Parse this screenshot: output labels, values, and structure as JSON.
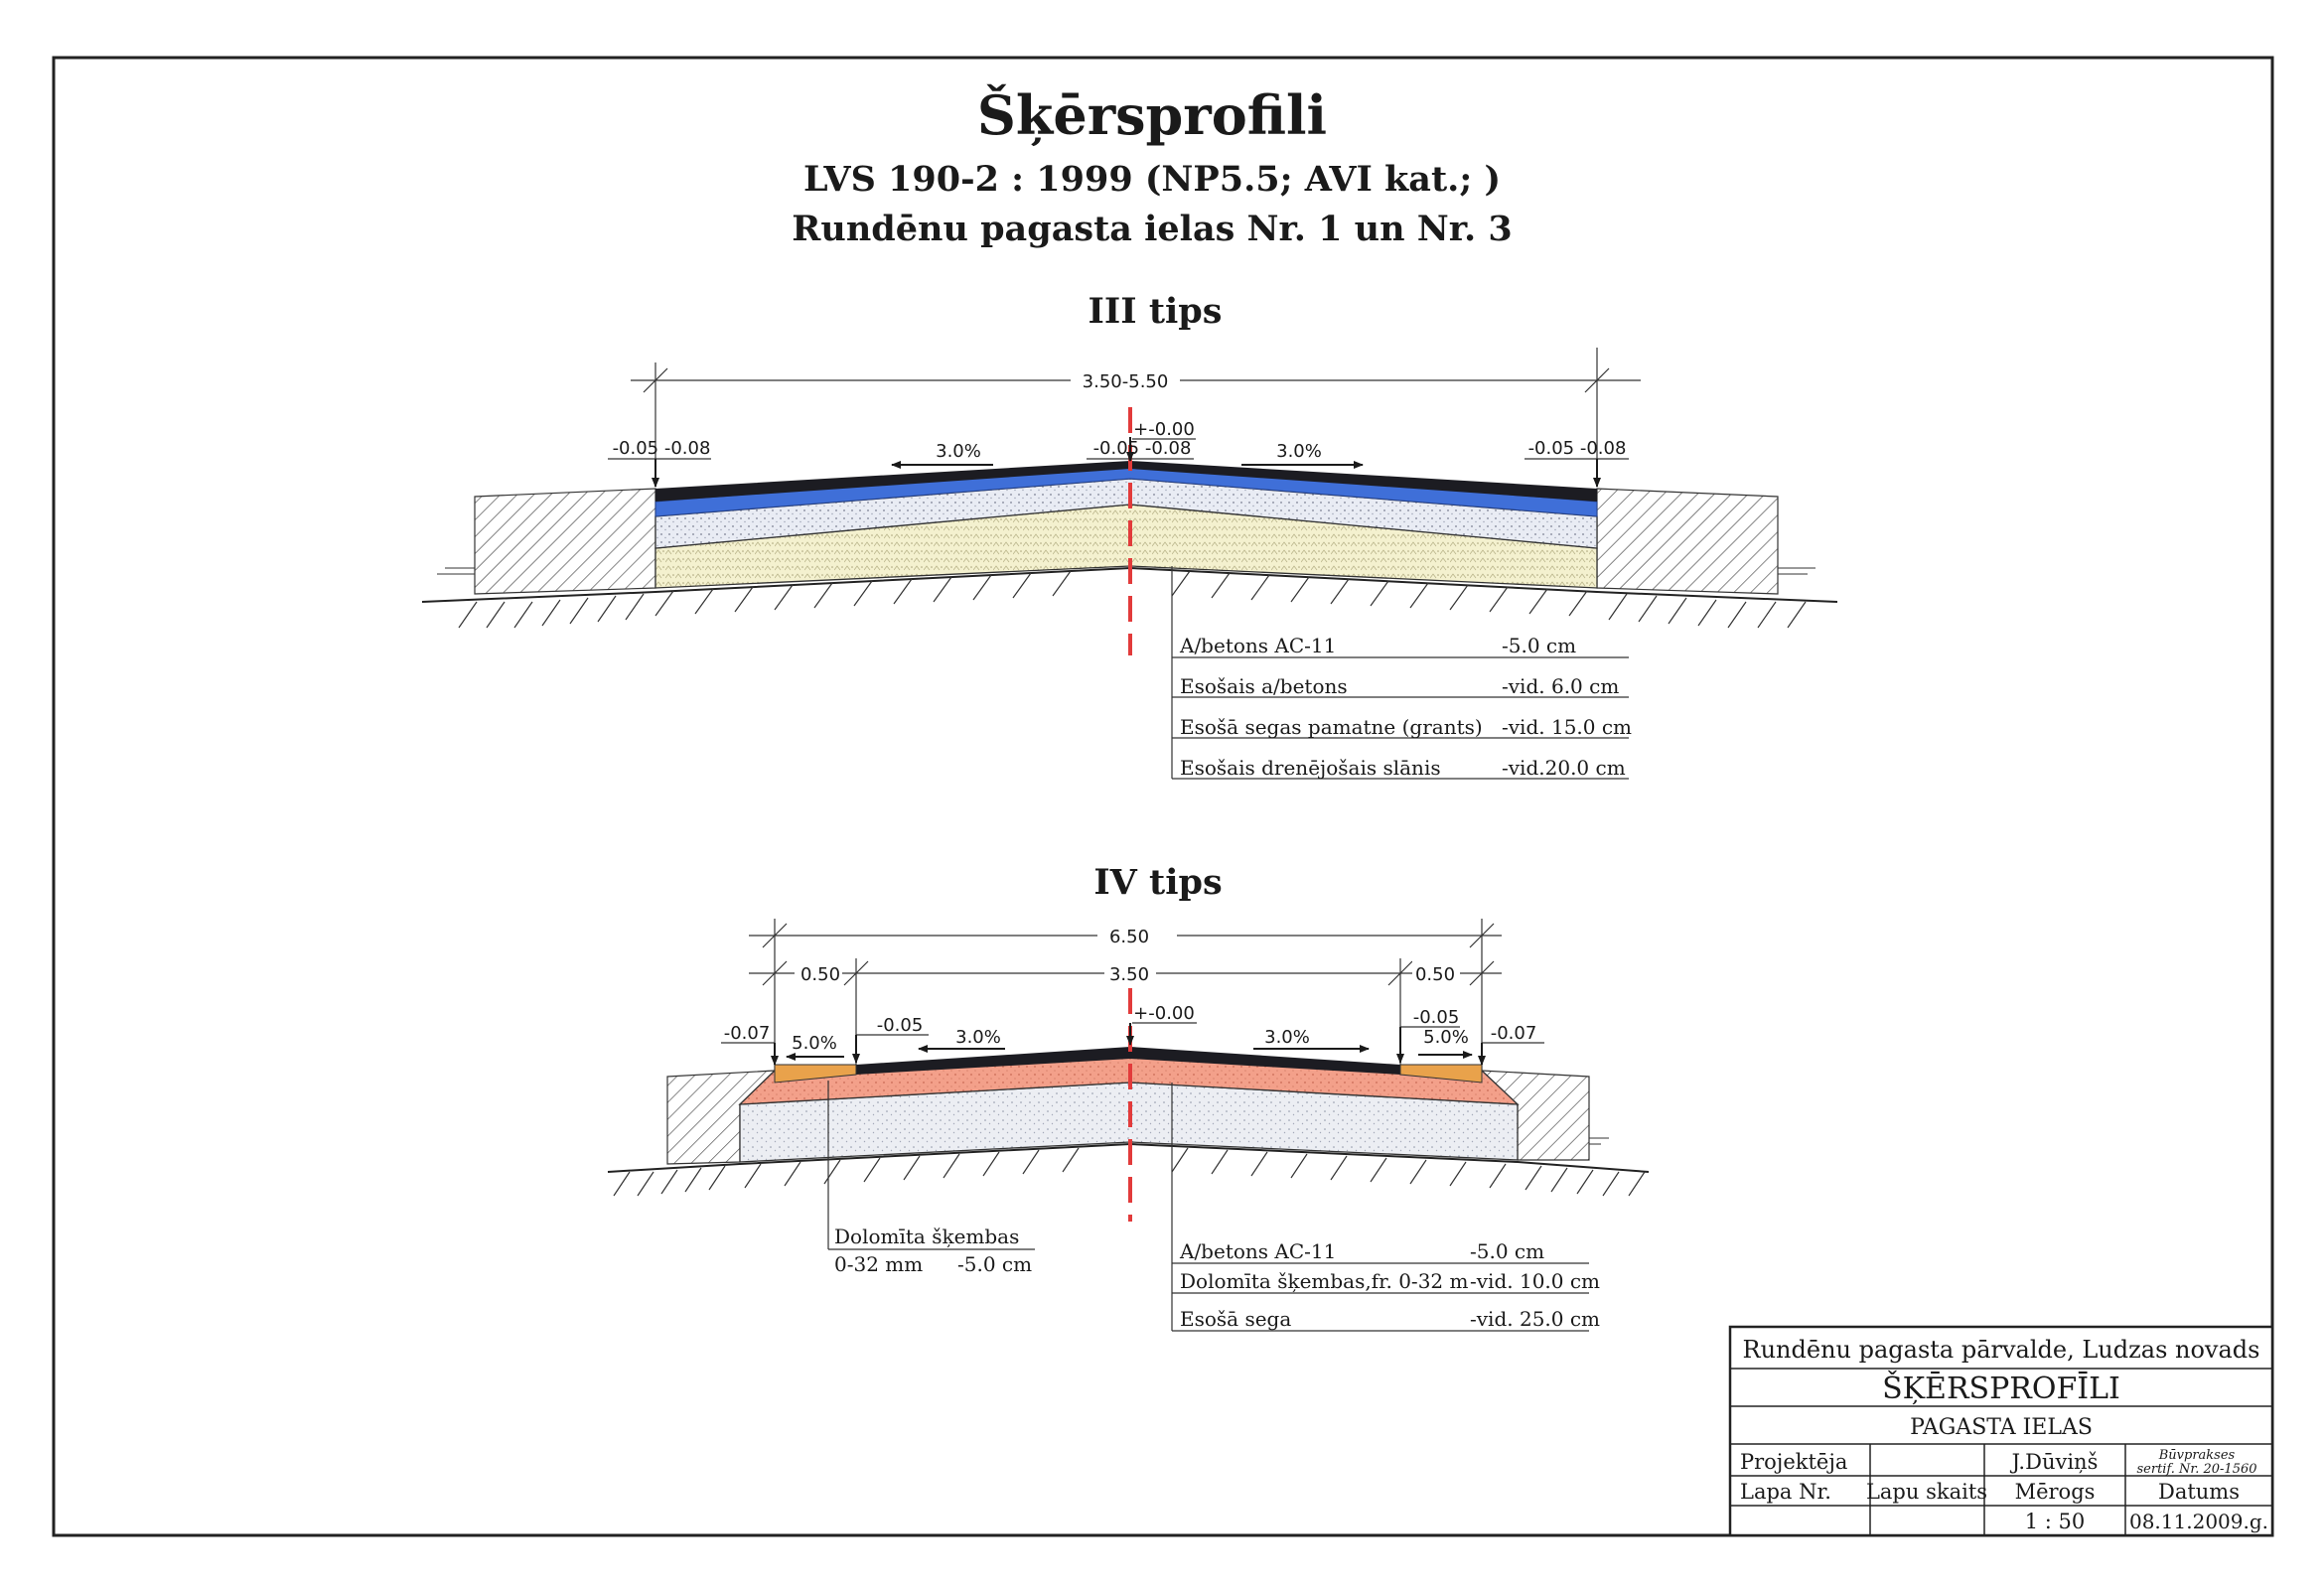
{
  "title": "Šķērsprofili",
  "subtitle1": "LVS 190-2 : 1999  (NP5.5; AVI kat.; )",
  "subtitle2": "Rundēnu pagasta ielas Nr. 1 un Nr. 3",
  "section3": {
    "heading": "III tips",
    "total_width": "3.50-5.50",
    "left_marks": "-0.05 -0.08",
    "right_marks": "-0.05 -0.08",
    "center_marks": "-0.05 -0.08",
    "center_top": "+-0.00",
    "left_slope": "3.0%",
    "right_slope": "3.0%",
    "layers": [
      {
        "name": "A/betons AC-11",
        "value": "-5.0 cm"
      },
      {
        "name": "Esošais a/betons",
        "value": "-vid. 6.0 cm"
      },
      {
        "name": "Esošā segas pamatne (grants)",
        "value": "-vid. 15.0 cm"
      },
      {
        "name": "Esošais drenējošais slānis",
        "value": "-vid.20.0 cm"
      }
    ]
  },
  "section4": {
    "heading": "IV tips",
    "total_width": "6.50",
    "mid_width": "3.50",
    "shoulder_left": "0.50",
    "shoulder_right": "0.50",
    "center_top": "+-0.00",
    "left_outer": "-0.07",
    "left_inner": "-0.05",
    "right_inner": "-0.05",
    "right_outer": "-0.07",
    "shoulder_slope_left": "5.0%",
    "shoulder_slope_right": "5.0%",
    "slope_left": "3.0%",
    "slope_right": "3.0%",
    "shoulder_material_name": "Dolomīta šķembas",
    "shoulder_material_spec": "0-32 mm",
    "shoulder_material_value": "-5.0  cm",
    "layers": [
      {
        "name": "A/betons AC-11",
        "value": "-5.0 cm"
      },
      {
        "name": "Dolomīta šķembas,fr. 0-32 m",
        "value": "-vid. 10.0 cm"
      },
      {
        "name": "Esošā sega",
        "value": "-vid. 25.0 cm"
      }
    ]
  },
  "title_block": {
    "org": "Rundēnu pagasta pārvalde, Ludzas novads",
    "drawing": "ŠĶĒRSPROFĪLI",
    "object": "PAGASTA IELAS",
    "designer_label": "Projektēja",
    "designer": "J.Dūviņš",
    "cert_line1": "Būvprakses",
    "cert_line2": "sertif. Nr. 20-1560",
    "sheet_label": "Lapa Nr.",
    "sheets_label": "Lapu skaits",
    "scale_label": "Mērogs",
    "date_label": "Datums",
    "scale": "1 : 50",
    "date": "08.11.2009.g."
  },
  "colors": {
    "asphalt": "#1c1c22",
    "blue_layer": "#3f6fd8",
    "gravel_fill": "#e9ecf4",
    "sand_fill": "#f4f1cf",
    "orange_shoulder": "#e9a24b",
    "salmon_layer": "#f3a08a",
    "axis_red": "#e23b3b"
  }
}
